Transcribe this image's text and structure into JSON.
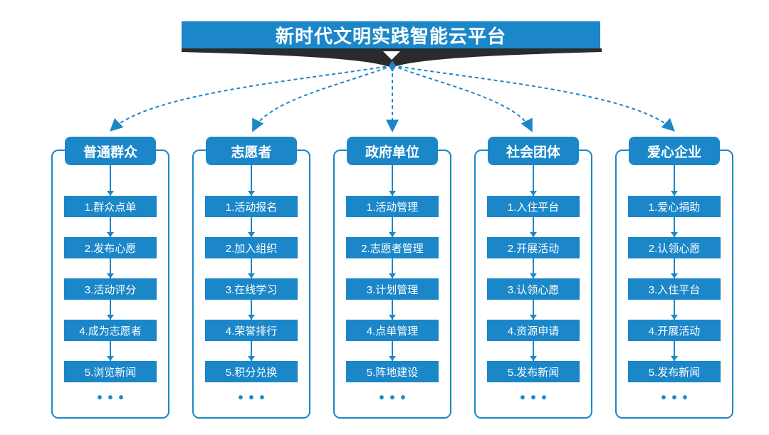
{
  "title": "新时代文明实践智能云平台",
  "colors": {
    "primary": "#1b87c9",
    "ribbon": "#2b2b2b",
    "background": "#ffffff"
  },
  "columns": [
    {
      "header": "普通群众",
      "items": [
        "1.群众点单",
        "2.发布心愿",
        "3.活动评分",
        "4.成为志愿者",
        "5.浏览新闻"
      ],
      "more": "•••"
    },
    {
      "header": "志愿者",
      "items": [
        "1.活动报名",
        "2.加入组织",
        "3.在线学习",
        "4.荣誉排行",
        "5.积分兑换"
      ],
      "more": "•••"
    },
    {
      "header": "政府单位",
      "items": [
        "1.活动管理",
        "2.志愿者管理",
        "3.计划管理",
        "4.点单管理",
        "5.阵地建设"
      ],
      "more": "•••"
    },
    {
      "header": "社会团体",
      "items": [
        "1.入住平台",
        "2.开展活动",
        "3.认领心愿",
        "4.资源申请",
        "5.发布新闻"
      ],
      "more": "•••"
    },
    {
      "header": "爱心企业",
      "items": [
        "1.爱心捐助",
        "2.认领心愿",
        "3.入住平台",
        "4.开展活动",
        "5.发布新闻"
      ],
      "more": "•••"
    }
  ]
}
